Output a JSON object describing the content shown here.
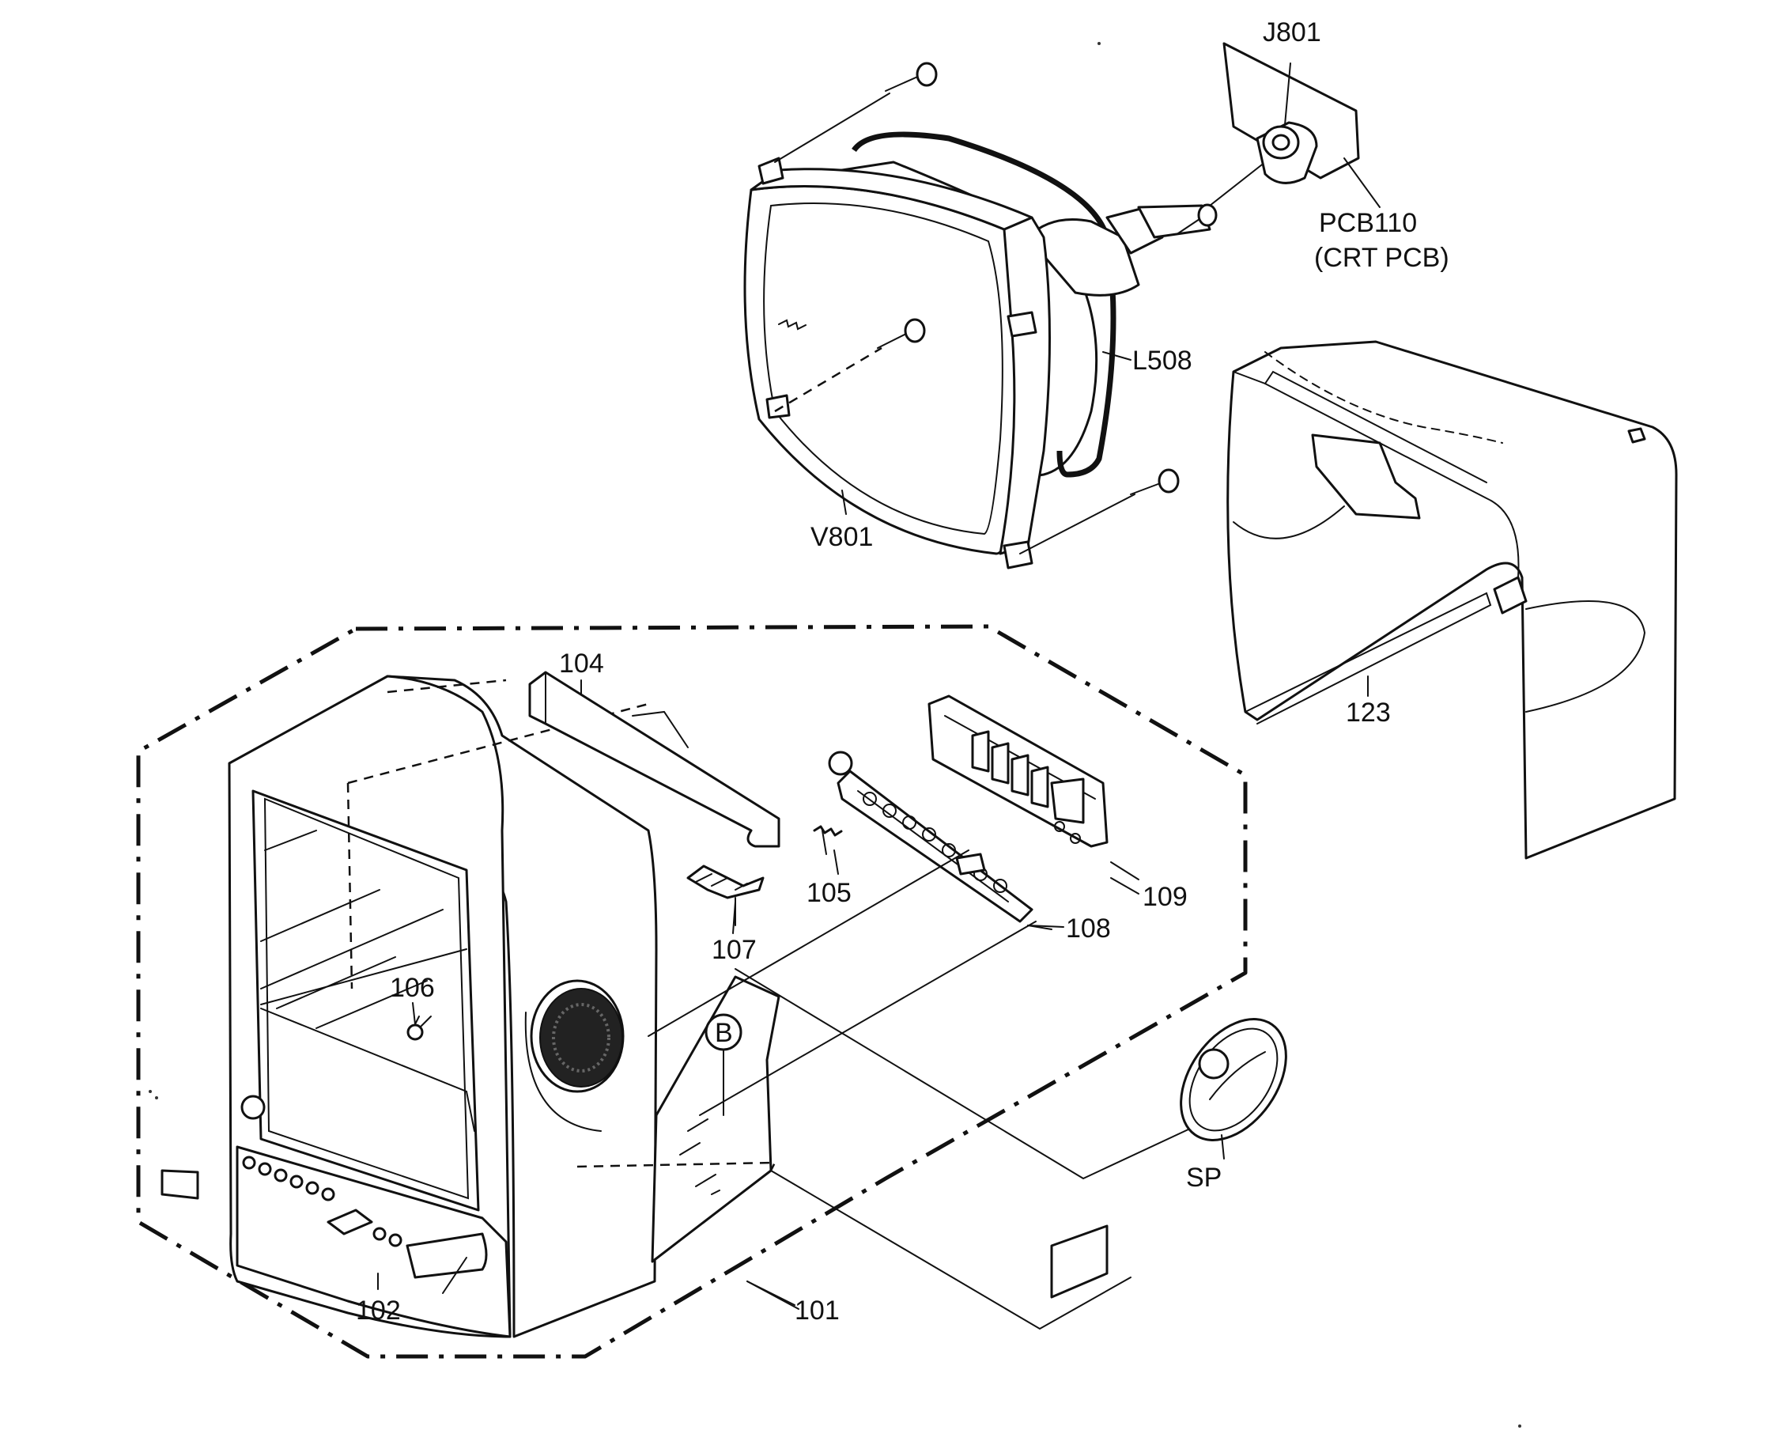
{
  "labels": {
    "j801": "J801",
    "pcb110": "PCB110",
    "crt_pcb": "(CRT PCB)",
    "l508": "L508",
    "v801": "V801",
    "p123": "123",
    "p104": "104",
    "p105": "105",
    "p107": "107",
    "p108": "108",
    "p109": "109",
    "p106": "106",
    "b_marker": "B",
    "sp": "SP",
    "p102": "102",
    "p101": "101"
  }
}
